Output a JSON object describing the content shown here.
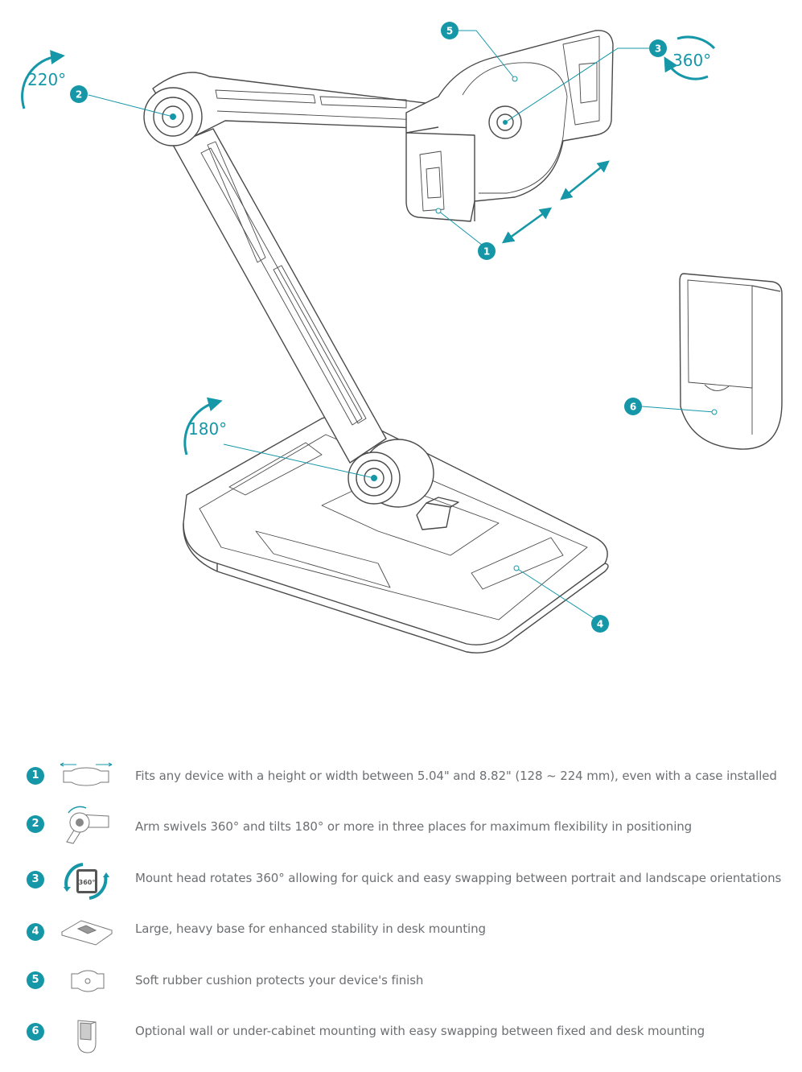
{
  "accent_color": "#1597a8",
  "line_color": "#444444",
  "diagram": {
    "rotations": [
      {
        "id": "arm-shoulder",
        "label": "220°"
      },
      {
        "id": "head",
        "label": "360°"
      },
      {
        "id": "base-joint",
        "label": "180°"
      }
    ],
    "callouts": [
      "1",
      "2",
      "3",
      "4",
      "5",
      "6"
    ]
  },
  "features": [
    {
      "num": "1",
      "icon": "adjustable-clamp-icon",
      "text": "Fits any device with a height or width between 5.04\" and 8.82\" (128 ~ 224 mm), even with a case installed"
    },
    {
      "num": "2",
      "icon": "swivel-joint-icon",
      "text": "Arm swivels 360° and tilts 180° or more in three places for maximum flexibility in positioning"
    },
    {
      "num": "3",
      "icon": "rotate-360-icon",
      "icon_label": "360°",
      "text": "Mount head rotates 360° allowing for quick and easy swapping between portrait and landscape orientations"
    },
    {
      "num": "4",
      "icon": "heavy-base-icon",
      "text": "Large, heavy base for enhanced stability in desk mounting"
    },
    {
      "num": "5",
      "icon": "rubber-cushion-icon",
      "text": "Soft rubber cushion protects your device's finish"
    },
    {
      "num": "6",
      "icon": "wall-mount-icon",
      "text": "Optional wall or under-cabinet mounting with easy swapping between fixed and desk mounting"
    }
  ]
}
